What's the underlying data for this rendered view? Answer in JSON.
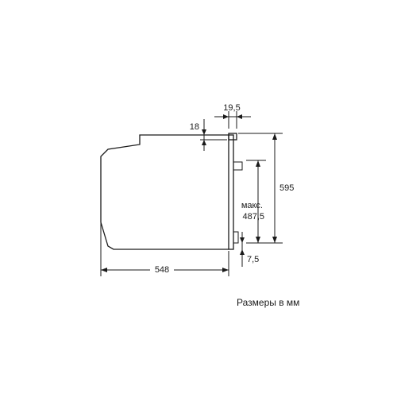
{
  "dimensions": {
    "top_offset": "19,5",
    "front_thickness": "18",
    "height": "595",
    "max_label": "макс.",
    "max_value": "487,5",
    "depth": "548",
    "bottom_offset": "7,5"
  },
  "caption": "Размеры в мм"
}
